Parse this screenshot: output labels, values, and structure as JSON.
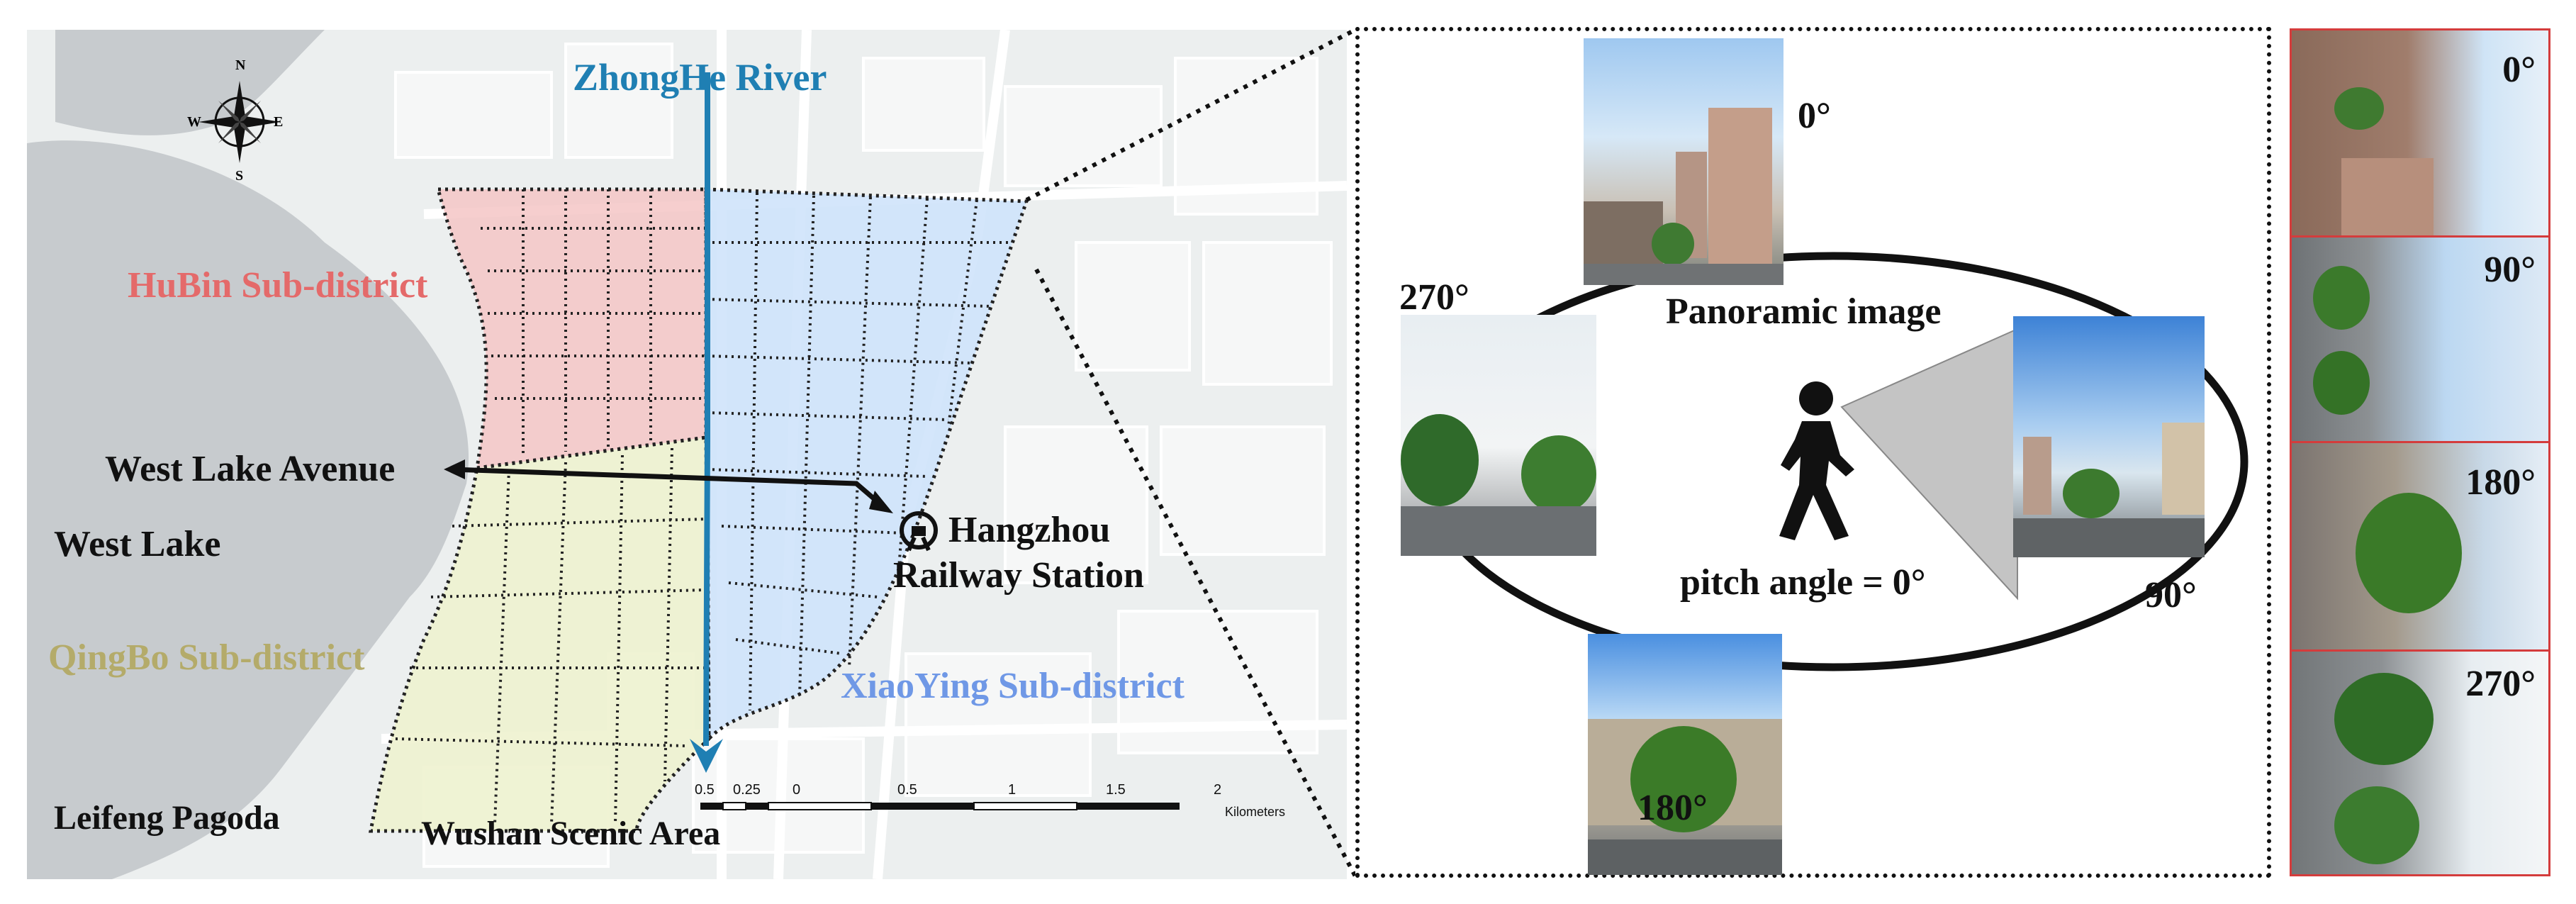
{
  "map": {
    "title_river": "ZhongHe River",
    "compass": {
      "n": "N",
      "s": "S",
      "e": "E",
      "w": "W"
    },
    "labels": {
      "hubin": "HuBin Sub-district",
      "west_lake_avenue": "West Lake Avenue",
      "west_lake": "West Lake",
      "qingbo": "QingBo Sub-district",
      "xiaoying": "XiaoYing Sub-district",
      "station_line1": "Hangzhou",
      "station_line2": "Railway Station",
      "leifeng": "Leifeng Pagoda",
      "wushan": "Wushan Scenic Area"
    },
    "scale_bar": {
      "ticks": [
        "0.5",
        "0.25",
        "0",
        "0.5",
        "1",
        "1.5",
        "2"
      ],
      "unit": "Kilometers"
    },
    "colors": {
      "hubin": "#f4c6c6",
      "qingbo": "#eef2cf",
      "xiaoying": "#cfe3fb",
      "river": "#1f7fb3",
      "water": "#c7cbce"
    }
  },
  "panorama": {
    "center_label": "Panoramic image",
    "pitch_label": "pitch angle = 0°",
    "headings": {
      "h0": "0°",
      "h90": "90°",
      "h180": "180°",
      "h270": "270°"
    },
    "icon": "pedestrian-icon"
  },
  "strip": {
    "cells": [
      "0°",
      "90°",
      "180°",
      "270°"
    ]
  }
}
